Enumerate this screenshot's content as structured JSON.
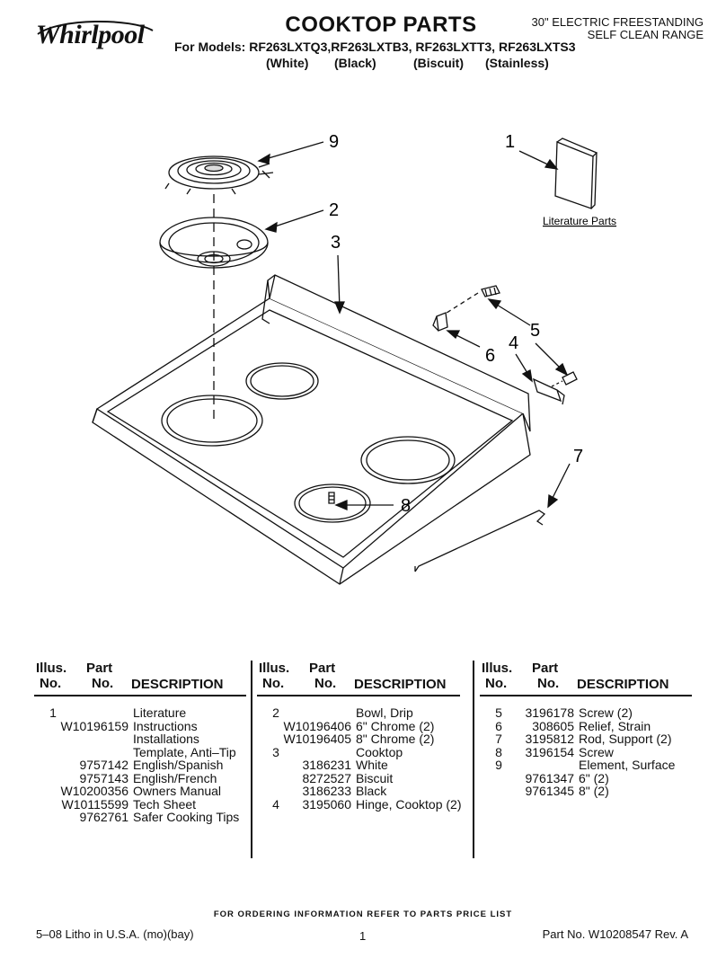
{
  "header": {
    "brand": "Whirlpool",
    "title": "COOKTOP PARTS",
    "range_type_line1": "30\" ELECTRIC FREESTANDING",
    "range_type_line2": "SELF CLEAN RANGE",
    "models": "For Models: RF263LXTQ3,RF263LXTB3, RF263LXTT3, RF263LXTS3",
    "colors": [
      "(White)",
      "(Black)",
      "(Biscuit)",
      "(Stainless)"
    ]
  },
  "diagram": {
    "callouts": [
      "9",
      "2",
      "3",
      "1",
      "5",
      "4",
      "6",
      "7",
      "8"
    ],
    "literature_label": "Literature Parts"
  },
  "table": {
    "headers": {
      "illus_line1": "Illus.",
      "illus_line2": "No.",
      "part_line1": "Part",
      "part_line2": "No.",
      "description": "DESCRIPTION"
    },
    "columns": [
      {
        "rows": [
          {
            "illus": "1",
            "part": "",
            "desc": "Literature"
          },
          {
            "illus": "",
            "part": "W10196159",
            "desc": "Instructions"
          },
          {
            "illus": "",
            "part": "",
            "desc": "Installations"
          },
          {
            "illus": "",
            "part": "",
            "desc": "Template, Anti–Tip"
          },
          {
            "illus": "",
            "part": "9757142",
            "desc": "English/Spanish"
          },
          {
            "illus": "",
            "part": "9757143",
            "desc": "English/French"
          },
          {
            "illus": "",
            "part": "W10200356",
            "desc": "Owners Manual"
          },
          {
            "illus": "",
            "part": "W10115599",
            "desc": "Tech Sheet"
          },
          {
            "illus": "",
            "part": "9762761",
            "desc": "Safer Cooking Tips"
          }
        ]
      },
      {
        "rows": [
          {
            "illus": "2",
            "part": "",
            "desc": "Bowl, Drip"
          },
          {
            "illus": "",
            "part": "W10196406",
            "desc": "6\" Chrome (2)"
          },
          {
            "illus": "",
            "part": "W10196405",
            "desc": "8\" Chrome (2)"
          },
          {
            "illus": "3",
            "part": "",
            "desc": "Cooktop"
          },
          {
            "illus": "",
            "part": "3186231",
            "desc": "White"
          },
          {
            "illus": "",
            "part": "8272527",
            "desc": "Biscuit"
          },
          {
            "illus": "",
            "part": "3186233",
            "desc": "Black"
          },
          {
            "illus": "4",
            "part": "3195060",
            "desc": "Hinge, Cooktop (2)"
          }
        ]
      },
      {
        "rows": [
          {
            "illus": "5",
            "part": "3196178",
            "desc": "Screw (2)"
          },
          {
            "illus": "6",
            "part": "308605",
            "desc": "Relief, Strain"
          },
          {
            "illus": "7",
            "part": "3195812",
            "desc": "Rod, Support (2)"
          },
          {
            "illus": "8",
            "part": "3196154",
            "desc": "Screw"
          },
          {
            "illus": "9",
            "part": "",
            "desc": "Element, Surface"
          },
          {
            "illus": "",
            "part": "9761347",
            "desc": "6\" (2)"
          },
          {
            "illus": "",
            "part": "9761345",
            "desc": "8\" (2)"
          }
        ]
      }
    ]
  },
  "footer": {
    "order_note": "FOR ORDERING INFORMATION REFER TO PARTS PRICE LIST",
    "litho": "5–08 Litho in U.S.A. (mo)(bay)",
    "page": "1",
    "part_no": "Part No. W10208547 Rev. A"
  }
}
